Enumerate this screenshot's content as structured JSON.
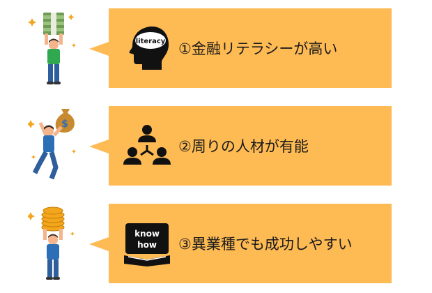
{
  "colors": {
    "bubble": "#FEBA53",
    "icon": "#111111",
    "skin": "#F4B48C",
    "shirt_green": "#2FA84F",
    "shirt_blue": "#2C6FB7",
    "pants_blue": "#2E5E9B",
    "coin_gold": "#F3A51B",
    "money_green": "#7FAE64"
  },
  "rows": [
    {
      "label": "①金融リテラシーが高い",
      "icon": "literacy-head-icon",
      "icon_text": "literacy",
      "illustration": "man-holding-cash-stack"
    },
    {
      "label": "②周りの人材が有能",
      "icon": "people-network-icon",
      "illustration": "man-jumping-with-money-bag"
    },
    {
      "label": "③異業種でも成功しやすい",
      "icon": "knowhow-book-icon",
      "icon_text_1": "know",
      "icon_text_2": "how",
      "illustration": "man-holding-coin-stack"
    }
  ]
}
